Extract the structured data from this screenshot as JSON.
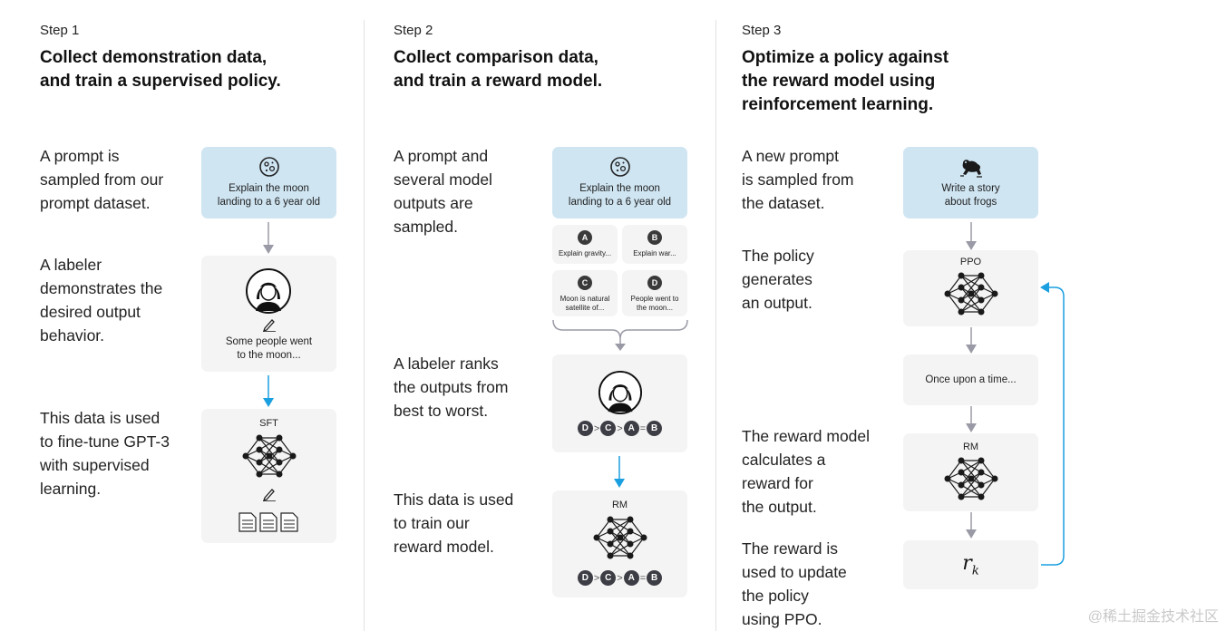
{
  "steps": [
    {
      "label": "Step 1",
      "title": [
        "Collect demonstration data,",
        "and train a supervised policy."
      ],
      "descriptions": [
        [
          "A prompt is",
          "sampled from our",
          "prompt dataset."
        ],
        [
          "A labeler",
          "demonstrates the",
          "desired output",
          "behavior."
        ],
        [
          "This data is used",
          "to fine-tune GPT-3",
          "with supervised",
          "learning."
        ]
      ],
      "prompt_box": [
        "Explain the moon",
        "landing to a 6 year old"
      ],
      "demo_text": [
        "Some people went",
        "to the moon..."
      ],
      "model_label": "SFT"
    },
    {
      "label": "Step 2",
      "title": [
        "Collect comparison data,",
        "and train a reward model."
      ],
      "descriptions": [
        [
          "A prompt and",
          "several model",
          "outputs are",
          "sampled."
        ],
        [
          "A labeler ranks",
          "the outputs from",
          "best to worst."
        ],
        [
          "This data is used",
          "to train our",
          "reward model."
        ]
      ],
      "prompt_box": [
        "Explain the moon",
        "landing to a 6 year old"
      ],
      "outputs": [
        {
          "letter": "A",
          "text": [
            "Explain gravity..."
          ]
        },
        {
          "letter": "B",
          "text": [
            "Explain war..."
          ]
        },
        {
          "letter": "C",
          "text": [
            "Moon is natural",
            "satellite of..."
          ]
        },
        {
          "letter": "D",
          "text": [
            "People went to",
            "the moon..."
          ]
        }
      ],
      "ranking": [
        "D",
        ">",
        "C",
        ">",
        "A",
        "=",
        "B"
      ],
      "model_label": "RM"
    },
    {
      "label": "Step 3",
      "title": [
        "Optimize a policy against",
        "the reward model using",
        "reinforcement learning."
      ],
      "descriptions": [
        [
          "A new prompt",
          "is sampled from",
          "the dataset."
        ],
        [
          "The policy",
          "generates",
          "an output."
        ],
        [
          "The reward model",
          "calculates a",
          "reward for",
          "the output."
        ],
        [
          "The reward is",
          "used to update",
          "the policy",
          "using PPO."
        ]
      ],
      "prompt_box": [
        "Write a story",
        "about frogs"
      ],
      "policy_label": "PPO",
      "output_text": "Once upon a time...",
      "model_label": "RM",
      "reward_symbol": "r",
      "reward_subscript": "k"
    }
  ],
  "watermark": "@稀土掘金技术社区",
  "colors": {
    "prompt_box": "#cfe5f2",
    "card": "#f4f4f4",
    "gray_arrow": "#9a9aa6",
    "blue_arrow": "#1a9fe0",
    "node": "#1a1a1a"
  }
}
